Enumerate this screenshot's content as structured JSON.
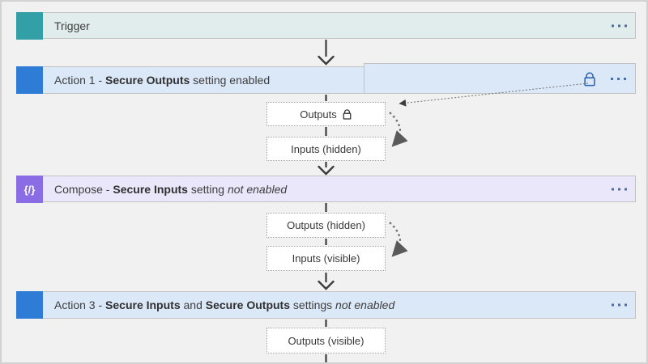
{
  "diagram_title": "Workflow secure inputs and outputs diagram",
  "nodes": {
    "trigger": {
      "label": "Trigger"
    },
    "action1": {
      "segments": [
        "Action 1 - ",
        "Secure Outputs",
        " setting enabled"
      ]
    },
    "compose": {
      "segments": [
        "Compose - ",
        "Secure Inputs",
        " setting ",
        "not enabled"
      ]
    },
    "action3": {
      "segments": [
        "Action 3 - ",
        "Secure Inputs",
        " and ",
        "Secure Outputs",
        " settings ",
        "not enabled"
      ]
    }
  },
  "detail_boxes": {
    "action1_outputs": "Outputs",
    "action1_inputs": "Inputs (hidden)",
    "compose_outputs": "Outputs (hidden)",
    "compose_inputs": "Inputs (visible)",
    "action3_outputs": "Outputs (visible)"
  },
  "icons": {
    "trigger_icon": "teal-square",
    "action_icon": "blue-square",
    "compose_icon_glyph": "{/}",
    "lock_icon": "padlock",
    "more_options_icon": "horizontal-ellipsis"
  },
  "colors": {
    "canvas_bg": "#f1f1f1",
    "trigger_icon": "#33a0a7",
    "trigger_bar_bg": "#e1eded",
    "action_icon": "#2e7cd6",
    "action_bar_bg": "#dbe8f8",
    "compose_icon": "#8a6ce4",
    "compose_bar_bg": "#eae7fa",
    "lock_blue": "#2e63b4",
    "ellipsis_dots": "#4a6da8",
    "connector": "#3d3d3d"
  }
}
